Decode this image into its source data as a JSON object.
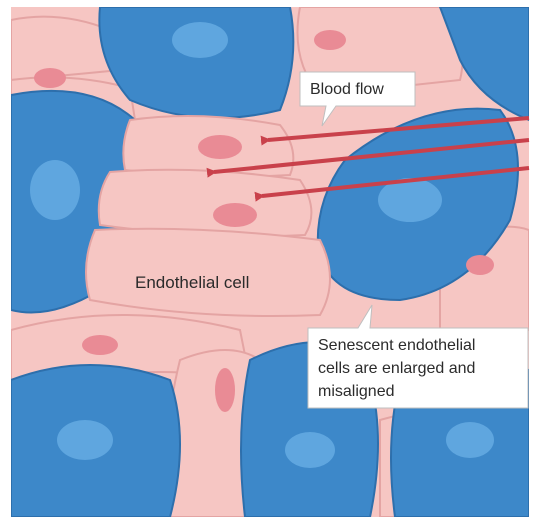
{
  "labels": {
    "blood_flow": "Blood flow",
    "endothelial_cell": "Endothelial cell",
    "senescent_line1": "Senescent endothelial",
    "senescent_line2": "cells are enlarged and",
    "senescent_line3": "misaligned"
  },
  "colors": {
    "pink_cell": "#f6c6c3",
    "pink_cell_edge": "#e4a4a3",
    "pink_nucleus": "#e98b95",
    "blue_cell": "#3d88c9",
    "blue_cell_dark": "#2d6fac",
    "blue_nucleus": "#5fa6df",
    "arrow": "#c9414b",
    "text": "#2b2b2b",
    "callout_border": "#bfbfbf"
  }
}
